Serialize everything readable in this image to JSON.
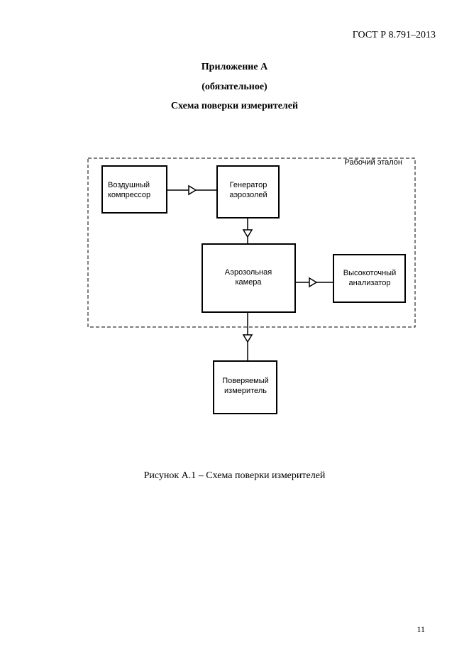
{
  "header": {
    "standard_code": "ГОСТ Р 8.791–2013"
  },
  "title": {
    "appendix": "Приложение А",
    "status": "(обязательное)",
    "name": "Схема поверки измерителей"
  },
  "diagram": {
    "reference_group_label": "Рабочий эталон",
    "blocks": {
      "compressor": [
        "Воздушный",
        "компрессор"
      ],
      "generator": [
        "Генератор",
        "аэрозолей"
      ],
      "chamber": [
        "Аэрозольная",
        "камера"
      ],
      "analyzer": [
        "Высокоточный",
        "анализатор"
      ],
      "device": [
        "Поверяемый",
        "измеритель"
      ]
    }
  },
  "caption": "Рисунок А.1 – Схема поверки измерителей",
  "page_number": "11"
}
